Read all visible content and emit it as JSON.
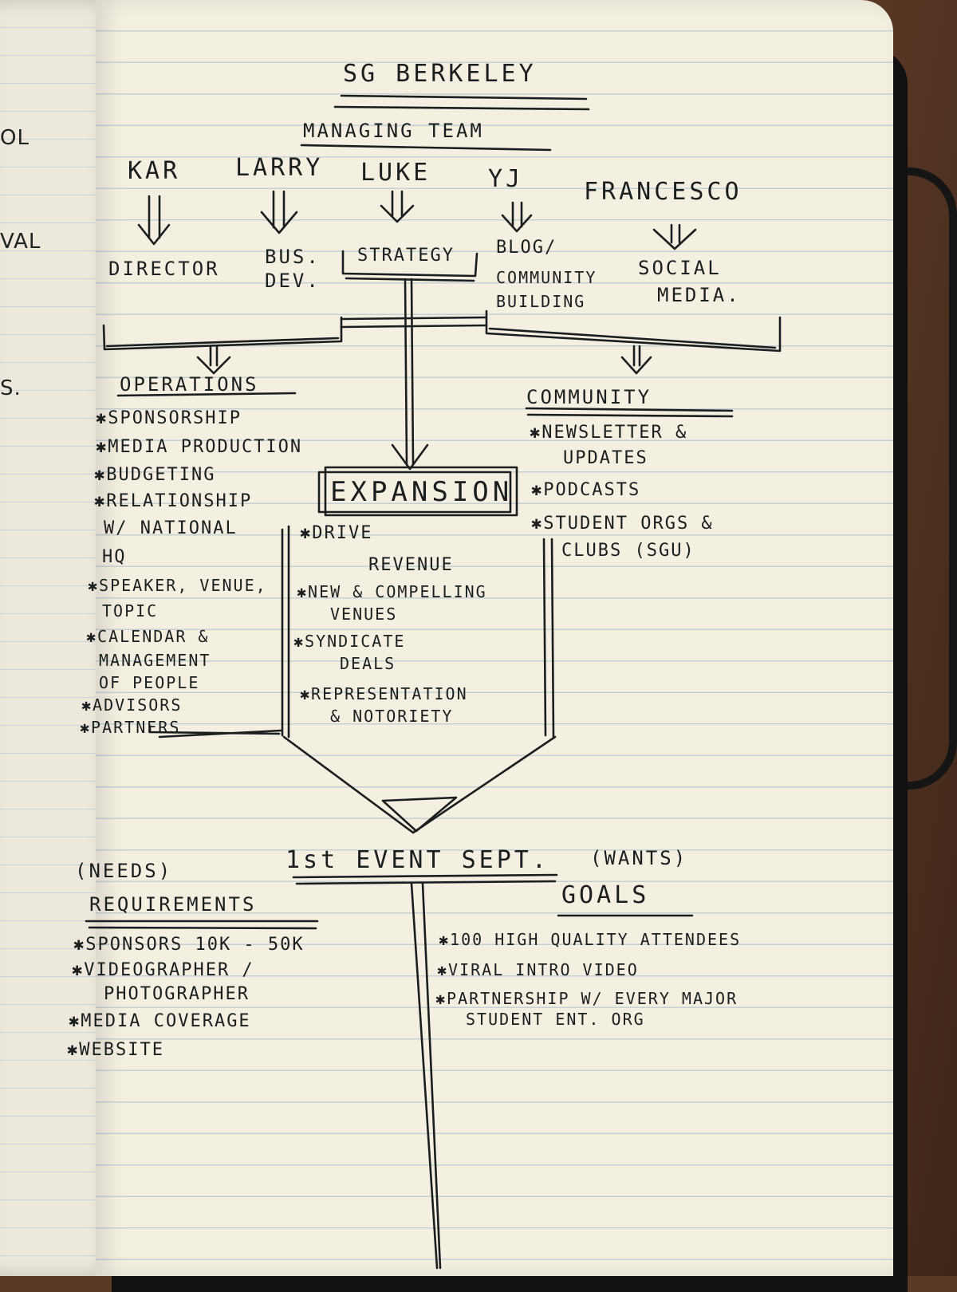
{
  "title": "SG BERKELEY",
  "managing_team": {
    "heading": "MANAGING TEAM",
    "members": [
      {
        "name": "KAR",
        "role": "DIRECTOR"
      },
      {
        "name": "LARRY",
        "role_line1": "BUS.",
        "role_line2": "DEV."
      },
      {
        "name": "LUKE",
        "role": "STRATEGY"
      },
      {
        "name": "YJ",
        "role_line1": "BLOG/",
        "role_line2": "COMMUNITY",
        "role_line3": "BUILDING"
      },
      {
        "name": "FRANCESCO",
        "role_line1": "SOCIAL",
        "role_line2": "MEDIA."
      }
    ]
  },
  "operations": {
    "heading": "OPERATIONS",
    "items": [
      "SPONSORSHIP",
      "MEDIA PRODUCTION",
      "BUDGETING",
      "RELATIONSHIP",
      "W/ NATIONAL",
      "HQ",
      "SPEAKER, VENUE,",
      "TOPIC",
      "CALENDAR &",
      "MANAGEMENT",
      "OF PEOPLE",
      "ADVISORS",
      "PARTNERS"
    ]
  },
  "community": {
    "heading": "COMMUNITY",
    "items": [
      "NEWSLETTER &",
      "UPDATES",
      "PODCASTS",
      "STUDENT ORGS &",
      "CLUBS (SGU)"
    ]
  },
  "expansion": {
    "heading": "EXPANSION",
    "items": [
      "DRIVE",
      "REVENUE",
      "NEW & COMPELLING",
      "VENUES",
      "SYNDICATE",
      "DEALS",
      "REPRESENTATION",
      "& NOTORIETY"
    ]
  },
  "event": {
    "heading": "1st EVENT SEPT."
  },
  "requirements": {
    "note": "(NEEDS)",
    "heading": "REQUIREMENTS",
    "items": [
      "SPONSORS 10K - 50K",
      "VIDEOGRAPHER /",
      "PHOTOGRAPHER",
      "MEDIA COVERAGE",
      "WEBSITE"
    ]
  },
  "goals": {
    "note": "(WANTS)",
    "heading": "GOALS",
    "items": [
      "100 HIGH QUALITY ATTENDEES",
      "VIRAL INTRO VIDEO",
      "PARTNERSHIP W/ EVERY MAJOR",
      "STUDENT ENT. ORG"
    ]
  },
  "left_page_fragments": [
    "OL",
    "VAL",
    "S."
  ],
  "bullet_glyph": "✱",
  "colors": {
    "ink": "#1d1d1f",
    "paper": "#f3efe1",
    "rule": "#c9cfd2",
    "cover": "#111111"
  }
}
